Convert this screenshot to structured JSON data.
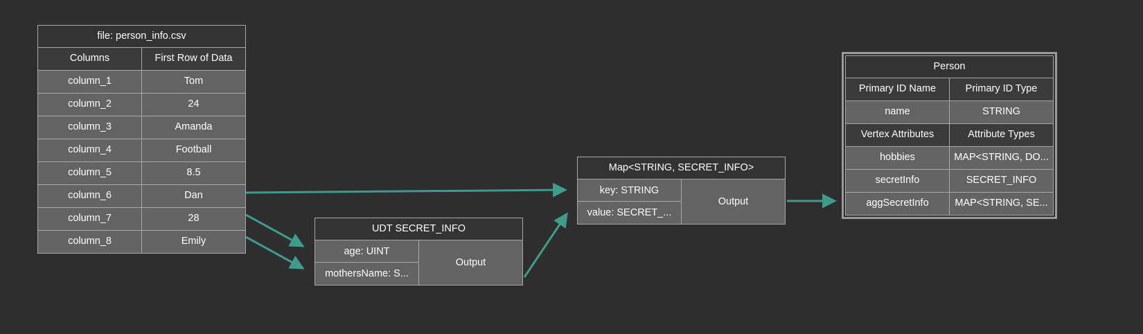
{
  "theme": {
    "background": "#2e2e2e",
    "node_header_bg": "#3b3b3b",
    "node_title_bg": "#333333",
    "node_data_bg": "#636363",
    "node_border": "#a8a8a8",
    "edge_color": "#3f9c8c",
    "text": "#ffffff"
  },
  "nodes": {
    "csv": {
      "title": "file: person_info.csv",
      "headers": [
        "Columns",
        "First Row of Data"
      ],
      "rows": [
        [
          "column_1",
          "Tom"
        ],
        [
          "column_2",
          "24"
        ],
        [
          "column_3",
          "Amanda"
        ],
        [
          "column_4",
          "Football"
        ],
        [
          "column_5",
          "8.5"
        ],
        [
          "column_6",
          "Dan"
        ],
        [
          "column_7",
          "28"
        ],
        [
          "column_8",
          "Emily"
        ]
      ]
    },
    "udt": {
      "title": "UDT SECRET_INFO",
      "fields": [
        "age: UINT",
        "mothersName: S..."
      ],
      "output_label": "Output"
    },
    "map": {
      "title": "Map<STRING, SECRET_INFO>",
      "fields": [
        "key: STRING",
        "value: SECRET_..."
      ],
      "output_label": "Output"
    },
    "person": {
      "title": "Person",
      "primary_id_headers": [
        "Primary ID Name",
        "Primary ID Type"
      ],
      "primary_id_row": [
        "name",
        "STRING"
      ],
      "attribute_headers": [
        "Vertex Attributes",
        "Attribute Types"
      ],
      "attribute_rows": [
        [
          "hobbies",
          "MAP<STRING, DO..."
        ],
        [
          "secretInfo",
          "SECRET_INFO"
        ],
        [
          "aggSecretInfo",
          "MAP<STRING, SE..."
        ]
      ]
    }
  },
  "edges": [
    {
      "name": "csv-column6-to-map-key",
      "from": "column_6",
      "to": "map.key"
    },
    {
      "name": "csv-column7-to-udt-age",
      "from": "column_7",
      "to": "udt.age"
    },
    {
      "name": "csv-column8-to-udt-mothers",
      "from": "column_8",
      "to": "udt.mothersName"
    },
    {
      "name": "udt-output-to-map-value",
      "from": "udt.output",
      "to": "map.value"
    },
    {
      "name": "map-output-to-person-agg",
      "from": "map.output",
      "to": "person.aggSecretInfo"
    }
  ]
}
